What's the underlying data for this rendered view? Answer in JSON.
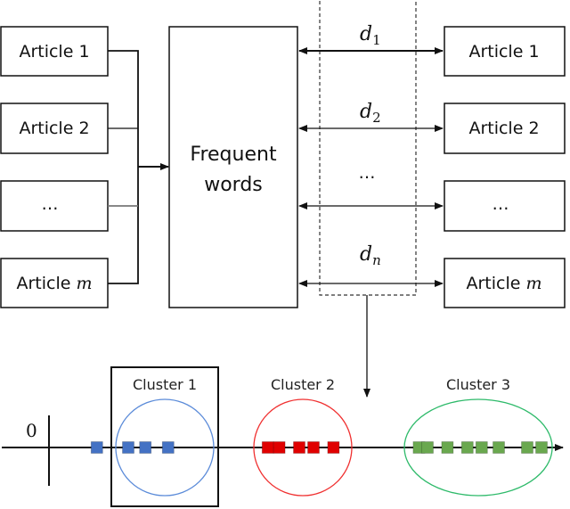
{
  "left_articles": [
    {
      "prefix": "Article",
      "index": "1",
      "index_math": false
    },
    {
      "prefix": "Article",
      "index": "2",
      "index_math": false
    },
    {
      "prefix": "",
      "index": "…",
      "index_math": false
    },
    {
      "prefix": "Article",
      "index": "m",
      "index_math": true
    }
  ],
  "center_box": {
    "line1": "Frequent",
    "line2": "words"
  },
  "distances": [
    {
      "base": "d",
      "sub": "1"
    },
    {
      "base": "d",
      "sub": "2"
    },
    {
      "base": "",
      "sub": "…"
    },
    {
      "base": "d",
      "sub": "n"
    }
  ],
  "right_articles": [
    {
      "prefix": "Article",
      "index": "1",
      "index_math": false
    },
    {
      "prefix": "Article",
      "index": "2",
      "index_math": false
    },
    {
      "prefix": "",
      "index": "…",
      "index_math": false
    },
    {
      "prefix": "Article",
      "index": "m",
      "index_math": true
    }
  ],
  "axis": {
    "origin_label": "0"
  },
  "clusters": [
    {
      "label": "Cluster 1",
      "color": "#4472C4",
      "ring_color": "#5B8BD9",
      "highlighted": true,
      "points": [
        0.17,
        0.225,
        0.255,
        0.295
      ]
    },
    {
      "label": "Cluster 2",
      "color": "#E00000",
      "ring_color": "#F03030",
      "highlighted": false,
      "points": [
        0.47,
        0.49,
        0.525,
        0.55,
        0.585
      ]
    },
    {
      "label": "Cluster 3",
      "color": "#6AA84F",
      "ring_color": "#2EBA6A",
      "highlighted": false,
      "points": [
        0.735,
        0.75,
        0.785,
        0.82,
        0.845,
        0.875,
        0.925,
        0.95
      ]
    }
  ]
}
